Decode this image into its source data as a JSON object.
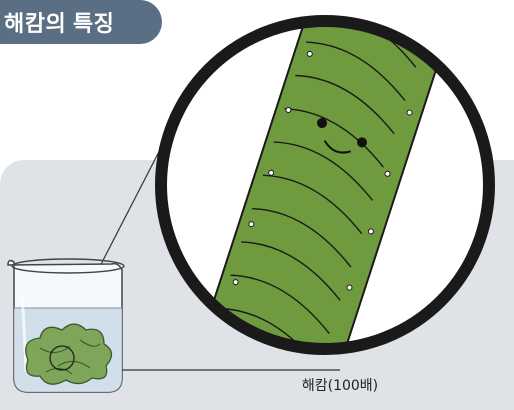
{
  "header": {
    "title": "해캄의 특징"
  },
  "figure": {
    "caption": "해캄(100배)"
  },
  "colors": {
    "tab": "#5a6f83",
    "panel": "#dfe3e7",
    "alga": "#6f9a3e",
    "ring": "#1a1a1a",
    "water": "#c9dbe6"
  },
  "icons": {
    "beaker": "beaker-icon",
    "magnifier": "magnifier-ring",
    "filament": "spirogyra-filament"
  }
}
